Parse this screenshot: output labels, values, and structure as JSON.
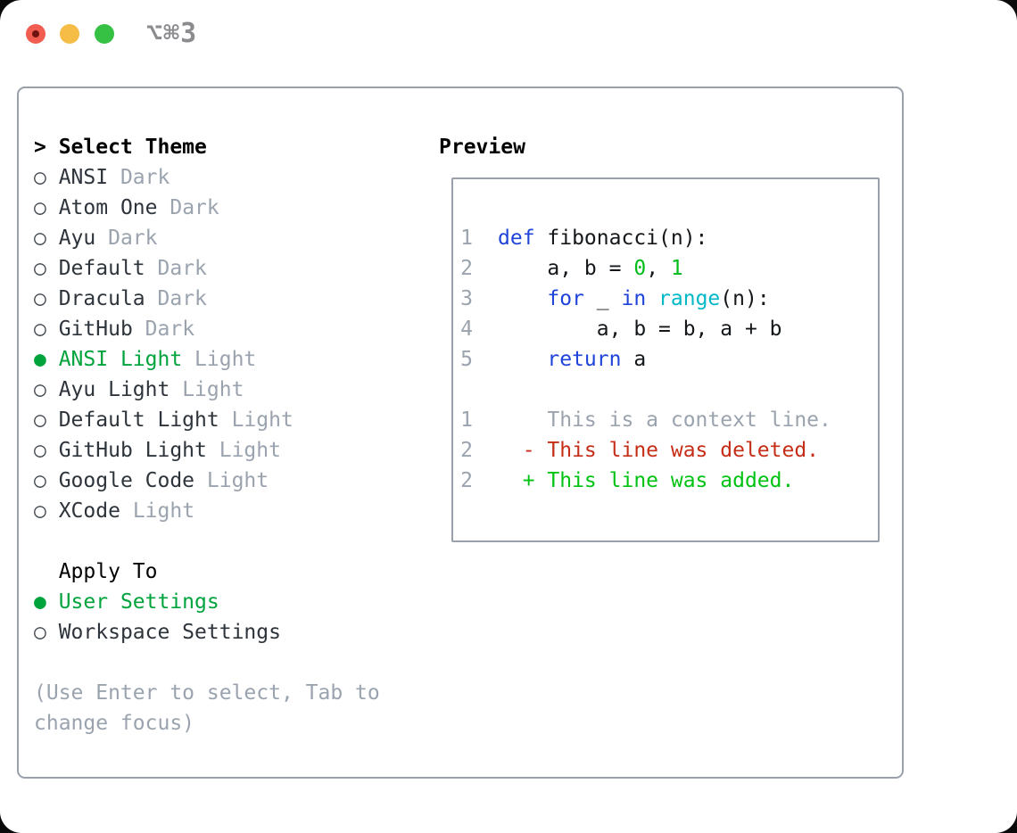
{
  "window": {
    "title_shortcut": "⌥⌘3"
  },
  "theme_selector": {
    "header_prefix": ">",
    "header": "Select Theme",
    "unselected_bullet": "○",
    "selected_bullet": "●",
    "items": [
      {
        "name": "ANSI",
        "variant": "Dark",
        "selected": false
      },
      {
        "name": "Atom One",
        "variant": "Dark",
        "selected": false
      },
      {
        "name": "Ayu",
        "variant": "Dark",
        "selected": false
      },
      {
        "name": "Default",
        "variant": "Dark",
        "selected": false
      },
      {
        "name": "Dracula",
        "variant": "Dark",
        "selected": false
      },
      {
        "name": "GitHub",
        "variant": "Dark",
        "selected": false
      },
      {
        "name": "ANSI Light",
        "variant": "Light",
        "selected": true
      },
      {
        "name": "Ayu Light",
        "variant": "Light",
        "selected": false
      },
      {
        "name": "Default Light",
        "variant": "Light",
        "selected": false
      },
      {
        "name": "GitHub Light",
        "variant": "Light",
        "selected": false
      },
      {
        "name": "Google Code",
        "variant": "Light",
        "selected": false
      },
      {
        "name": "XCode",
        "variant": "Light",
        "selected": false
      }
    ]
  },
  "apply_to": {
    "header": "Apply To",
    "items": [
      {
        "name": "User Settings",
        "selected": true
      },
      {
        "name": "Workspace Settings",
        "selected": false
      }
    ]
  },
  "help_text": {
    "line1": "(Use Enter to select, Tab to",
    "line2": "change focus)"
  },
  "preview": {
    "title": "Preview",
    "lines": [
      {
        "num": "1",
        "kind": "code",
        "tokens": [
          {
            "text": "def",
            "style": "kw"
          },
          {
            "text": " fibonacci(n):",
            "style": "pl"
          }
        ]
      },
      {
        "num": "2",
        "kind": "code",
        "tokens": [
          {
            "text": "    a, b = ",
            "style": "pl"
          },
          {
            "text": "0",
            "style": "lit"
          },
          {
            "text": ", ",
            "style": "pl"
          },
          {
            "text": "1",
            "style": "lit"
          }
        ]
      },
      {
        "num": "3",
        "kind": "code",
        "tokens": [
          {
            "text": "    ",
            "style": "pl"
          },
          {
            "text": "for",
            "style": "kw"
          },
          {
            "text": " _ ",
            "style": "pl"
          },
          {
            "text": "in",
            "style": "kw"
          },
          {
            "text": " ",
            "style": "pl"
          },
          {
            "text": "range",
            "style": "fn"
          },
          {
            "text": "(n):",
            "style": "pl"
          }
        ]
      },
      {
        "num": "4",
        "kind": "code",
        "tokens": [
          {
            "text": "        a, b = b, a + b",
            "style": "pl"
          }
        ]
      },
      {
        "num": "5",
        "kind": "code",
        "tokens": [
          {
            "text": "    ",
            "style": "pl"
          },
          {
            "text": "return",
            "style": "kw"
          },
          {
            "text": " a",
            "style": "pl"
          }
        ]
      },
      {
        "num": "",
        "kind": "blank",
        "tokens": []
      },
      {
        "num": "1",
        "kind": "diff-context",
        "tokens": [
          {
            "text": "    This is a context line.",
            "style": "ctx"
          }
        ]
      },
      {
        "num": "2",
        "kind": "diff-deleted",
        "tokens": [
          {
            "text": "  - This line was deleted.",
            "style": "del"
          }
        ]
      },
      {
        "num": "2",
        "kind": "diff-added",
        "tokens": [
          {
            "text": "  + This line was added.",
            "style": "add"
          }
        ]
      }
    ]
  },
  "colors": {
    "keyword_blue": "#1e43d8",
    "function_cyan": "#00b8c8",
    "literal_green": "#00bd18",
    "diff_added_green": "#00c213",
    "diff_deleted_red": "#c52d16",
    "selection_green": "#00a33c",
    "muted_gray": "#9aa3ae",
    "text_dark": "#2e343b",
    "border_gray": "#99a0aa",
    "traffic_red": "#f25d51",
    "traffic_yellow": "#f5bd45",
    "traffic_green": "#37c144"
  }
}
